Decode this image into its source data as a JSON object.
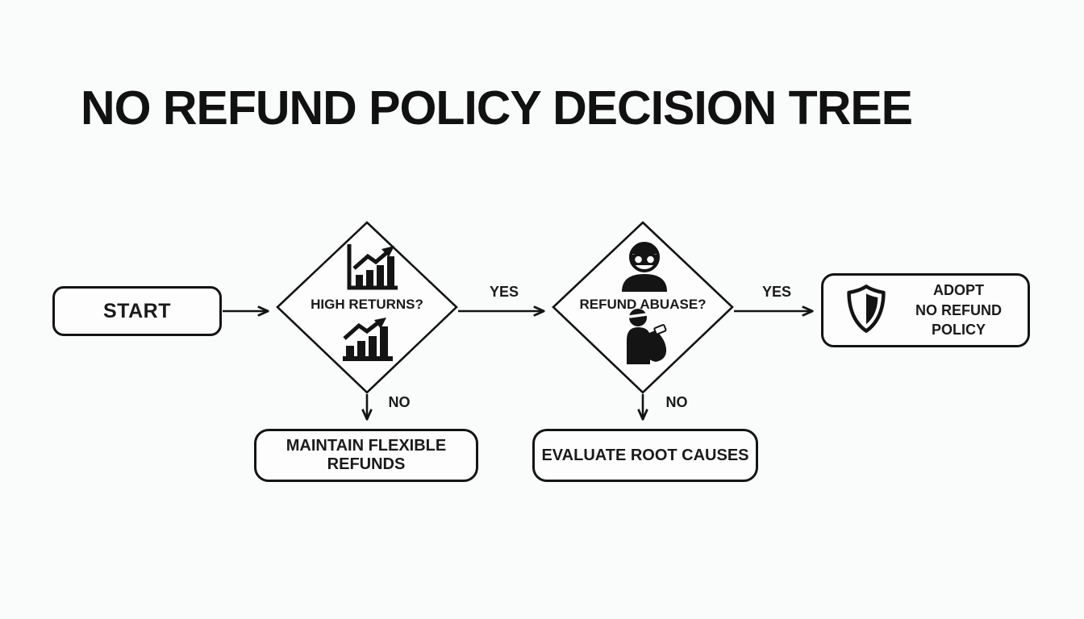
{
  "colors": {
    "background": "#fafbfb",
    "ink": "#141414",
    "node_fill": "#fdfdfd"
  },
  "title": "NO REFUND POLICY DECISION TREE",
  "flowchart": {
    "start": {
      "label": "START"
    },
    "decision_high_returns": {
      "label": "HIGH RETURNS?",
      "icon_top": "bar-chart-axes-icon",
      "icon_bottom": "bar-chart-growth-icon"
    },
    "decision_refund_abuse": {
      "label": "REFUND ABUASE?",
      "icon_top": "masked-robber-icon",
      "icon_bottom": "thief-money-bag-icon"
    },
    "outcome_adopt": {
      "icon": "shield-half-icon",
      "lines": [
        "ADOPT",
        "NO REFUND",
        "POLICY"
      ]
    },
    "outcome_maintain": {
      "label": "MAINTAIN FLEXIBLE REFUNDS"
    },
    "outcome_evaluate": {
      "label": "EVALUATE ROOT CAUSES"
    },
    "edges": {
      "yes_1": "YES",
      "yes_2": "YES",
      "no_1": "NO",
      "no_2": "NO"
    }
  }
}
